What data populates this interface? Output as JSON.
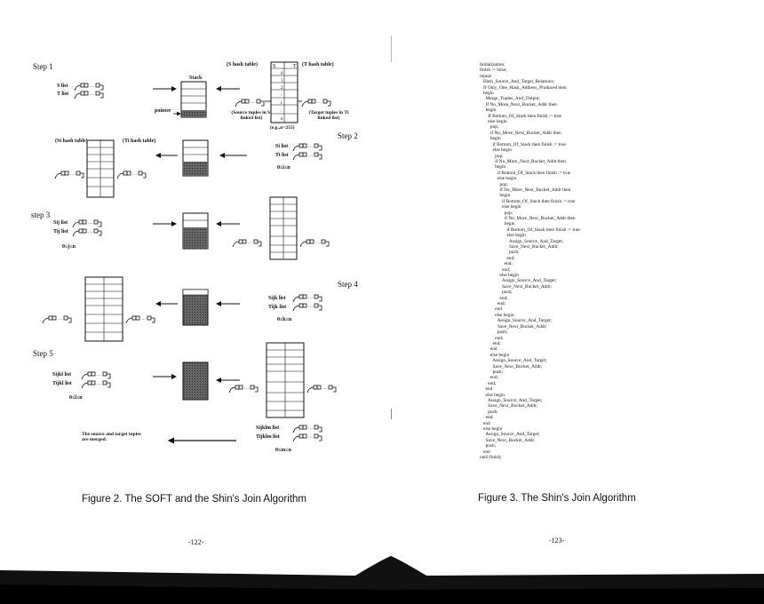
{
  "left_page": {
    "steps": [
      "Step 1",
      "Step 2",
      "step 3",
      "Step 4",
      "Step 5"
    ],
    "step1": {
      "s_list": "S list",
      "t_list": "T list",
      "stack_label": "Stack",
      "pointer_label": "pointer",
      "s_hash_table": "(S hash table)",
      "t_hash_table": "(T hash table)",
      "source_tuples": "(Source tuples in Si linked list)",
      "target_tuples": "(Target tuples in Ti linked list)",
      "example": "(e.g.,n=255)",
      "header_s": "S",
      "header_t": "T"
    },
    "step2": {
      "si_hash_table": "(Si hash table)",
      "ti_hash_table": "(Ti hash table)",
      "si_list": "Si list",
      "ti_list": "Ti list",
      "range": "0≤i≤n"
    },
    "step3": {
      "sij_list": "Sij list",
      "tij_list": "Tij list",
      "range": "0≤j≤n"
    },
    "step4": {
      "sijk_list": "Sijk list",
      "tijk_list": "Tijk list",
      "range": "0≤k≤n"
    },
    "step5": {
      "sijkl_list": "Sijkl list",
      "tijkl_list": "Tijkl list",
      "range": "0≤l≤n",
      "sijklm_list": "Sijklm list",
      "tijklm_list": "Tijklm list",
      "range_m": "0≤m≤n",
      "merged_note": "The source and target tuples are merged."
    },
    "caption": "Figure 2. The SOFT and the Shin's Join Algorithm",
    "page_number": "-122-"
  },
  "right_page": {
    "code_lines": [
      "Initialization;",
      "finish := false;",
      "repeat",
      "   Hash_Source_And_Target_Relations;",
      "   If Only_One_Hash_Address_Produced then",
      "   begin",
      "     Merge_Tuples_And_Output;",
      "     If No_More_Next_Bucket_Addr then",
      "     begin",
      "       If Bottom_Of_Stack then finish := true",
      "       else begin",
      "         pop;",
      "         if No_More_Next_Bucket_Addr then",
      "         begin",
      "           if Bottom_Of_Stack then finish := true",
      "           else begin",
      "             pop;",
      "             if No_More_Next_Bucket_Addr then",
      "             begin",
      "               if Bottom_Of_Stack then finish := true",
      "               else begin",
      "                 pop;",
      "                 if No_More_Next_Bucket_Addr then",
      "                 begin",
      "                   if Bottom_Of_Stack then finish := true",
      "                   else begin",
      "                     pop;",
      "                     if No_More_Next_Bucket_Addr then",
      "                     begin",
      "                       if Bottom_Of_Stack then finish := true",
      "                       else begin",
      "                         Assign_Source_And_Target;",
      "                         Save_Next_Bucket_Addr;",
      "                         push;",
      "                       end;",
      "                     end;",
      "                   end;",
      "                 else begin",
      "                   Assign_Source_And_Target;",
      "                   Save_Next_Bucket_Addr;",
      "                   push;",
      "                 end;",
      "               end;",
      "             end",
      "             else begin",
      "               Assign_Source_And_Target;",
      "               Save_Next_Bucket_Addr;",
      "               push;",
      "             end;",
      "           end;",
      "         end",
      "         else begin",
      "           Assign_Source_And_Target;",
      "           Save_Next_Bucket_Addr;",
      "           push;",
      "         end;",
      "       end;",
      "     end",
      "     else begin",
      "       Assign_Source_And_Target;",
      "       Save_Next_Bucket_Addr;",
      "       push;",
      "     end;",
      "   end",
      "   else begin",
      "     Assign_Source_And_Target;",
      "     Save_Next_Bucket_Addr;",
      "     push;",
      "   end",
      "until finish;"
    ],
    "caption": "Figure 3. The Shin's Join Algorithm",
    "page_number": "-123-"
  }
}
